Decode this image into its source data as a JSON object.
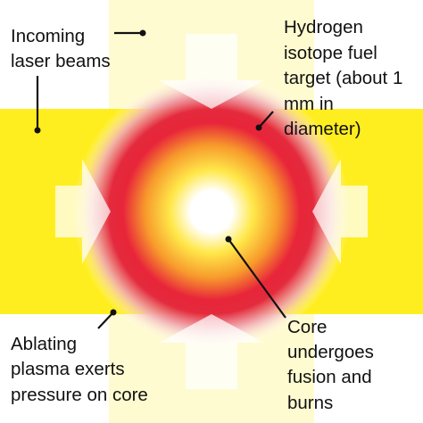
{
  "colors": {
    "beam": "#ffee1f",
    "beam_faint": "#fffbd0",
    "background": "#ffffff",
    "core_center": "#ffffff",
    "glow_yellow": "#ffe84a",
    "glow_orange": "#f79a2c",
    "ring_red": "#e8253a",
    "outer_pink": "#f4b6be",
    "arrow": "#ffffff",
    "leader_line": "#111111"
  },
  "labels": {
    "incoming": [
      "Incoming",
      "laser beams"
    ],
    "target": [
      "Hydrogen",
      "isotope fuel",
      "target (about 1",
      "mm in",
      "diameter)"
    ],
    "ablating": [
      "Ablating",
      "plasma exerts",
      "pressure on core"
    ],
    "core": [
      "Core",
      "undergoes",
      "fusion and",
      "burns"
    ]
  },
  "arrows": [
    "arrow-top",
    "arrow-left",
    "arrow-right",
    "arrow-bottom"
  ]
}
